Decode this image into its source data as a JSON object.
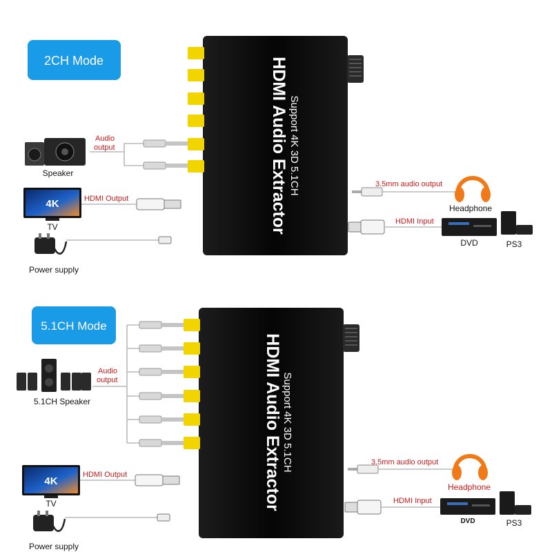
{
  "sections": [
    {
      "mode_label": "2CH Mode",
      "device": {
        "title": "HDMI Audio Extractor",
        "subtitle": "Support 4K 3D 5.1CH"
      },
      "audio_output_label": [
        "Audio",
        "output"
      ],
      "speaker_label": "Speaker",
      "hdmi_output_label": "HDMI Output",
      "tv_label": "TV",
      "tv_screen_text": "4K",
      "power_label": "Power supply",
      "audio_35_label": "3.5mm audio output",
      "headphone_label": "Headphone",
      "hdmi_input_label": "HDMI Input",
      "dvd_label": "DVD",
      "ps3_label": "PS3"
    },
    {
      "mode_label": "5.1CH Mode",
      "device": {
        "title": "HDMI Audio Extractor",
        "subtitle": "Support 4K 3D 5.1CH"
      },
      "audio_output_label": [
        "Audio",
        "output"
      ],
      "speaker_label": "5.1CH Speaker",
      "hdmi_output_label": "HDMI Output",
      "tv_label": "TV",
      "tv_screen_text": "4K",
      "power_label": "Power supply",
      "audio_35_label": "3.5mm audio output",
      "headphone_label": "Headphone",
      "hdmi_input_label": "HDMI Input",
      "dvd_label": "DVD",
      "ps3_label": "PS3"
    }
  ],
  "colors": {
    "mode_badge": "#1a9be8",
    "device_body": "#0d0d0d",
    "rca_jack": "#f2d400",
    "label_red": "#d11a1a",
    "headphone_orange": "#f07a18"
  }
}
